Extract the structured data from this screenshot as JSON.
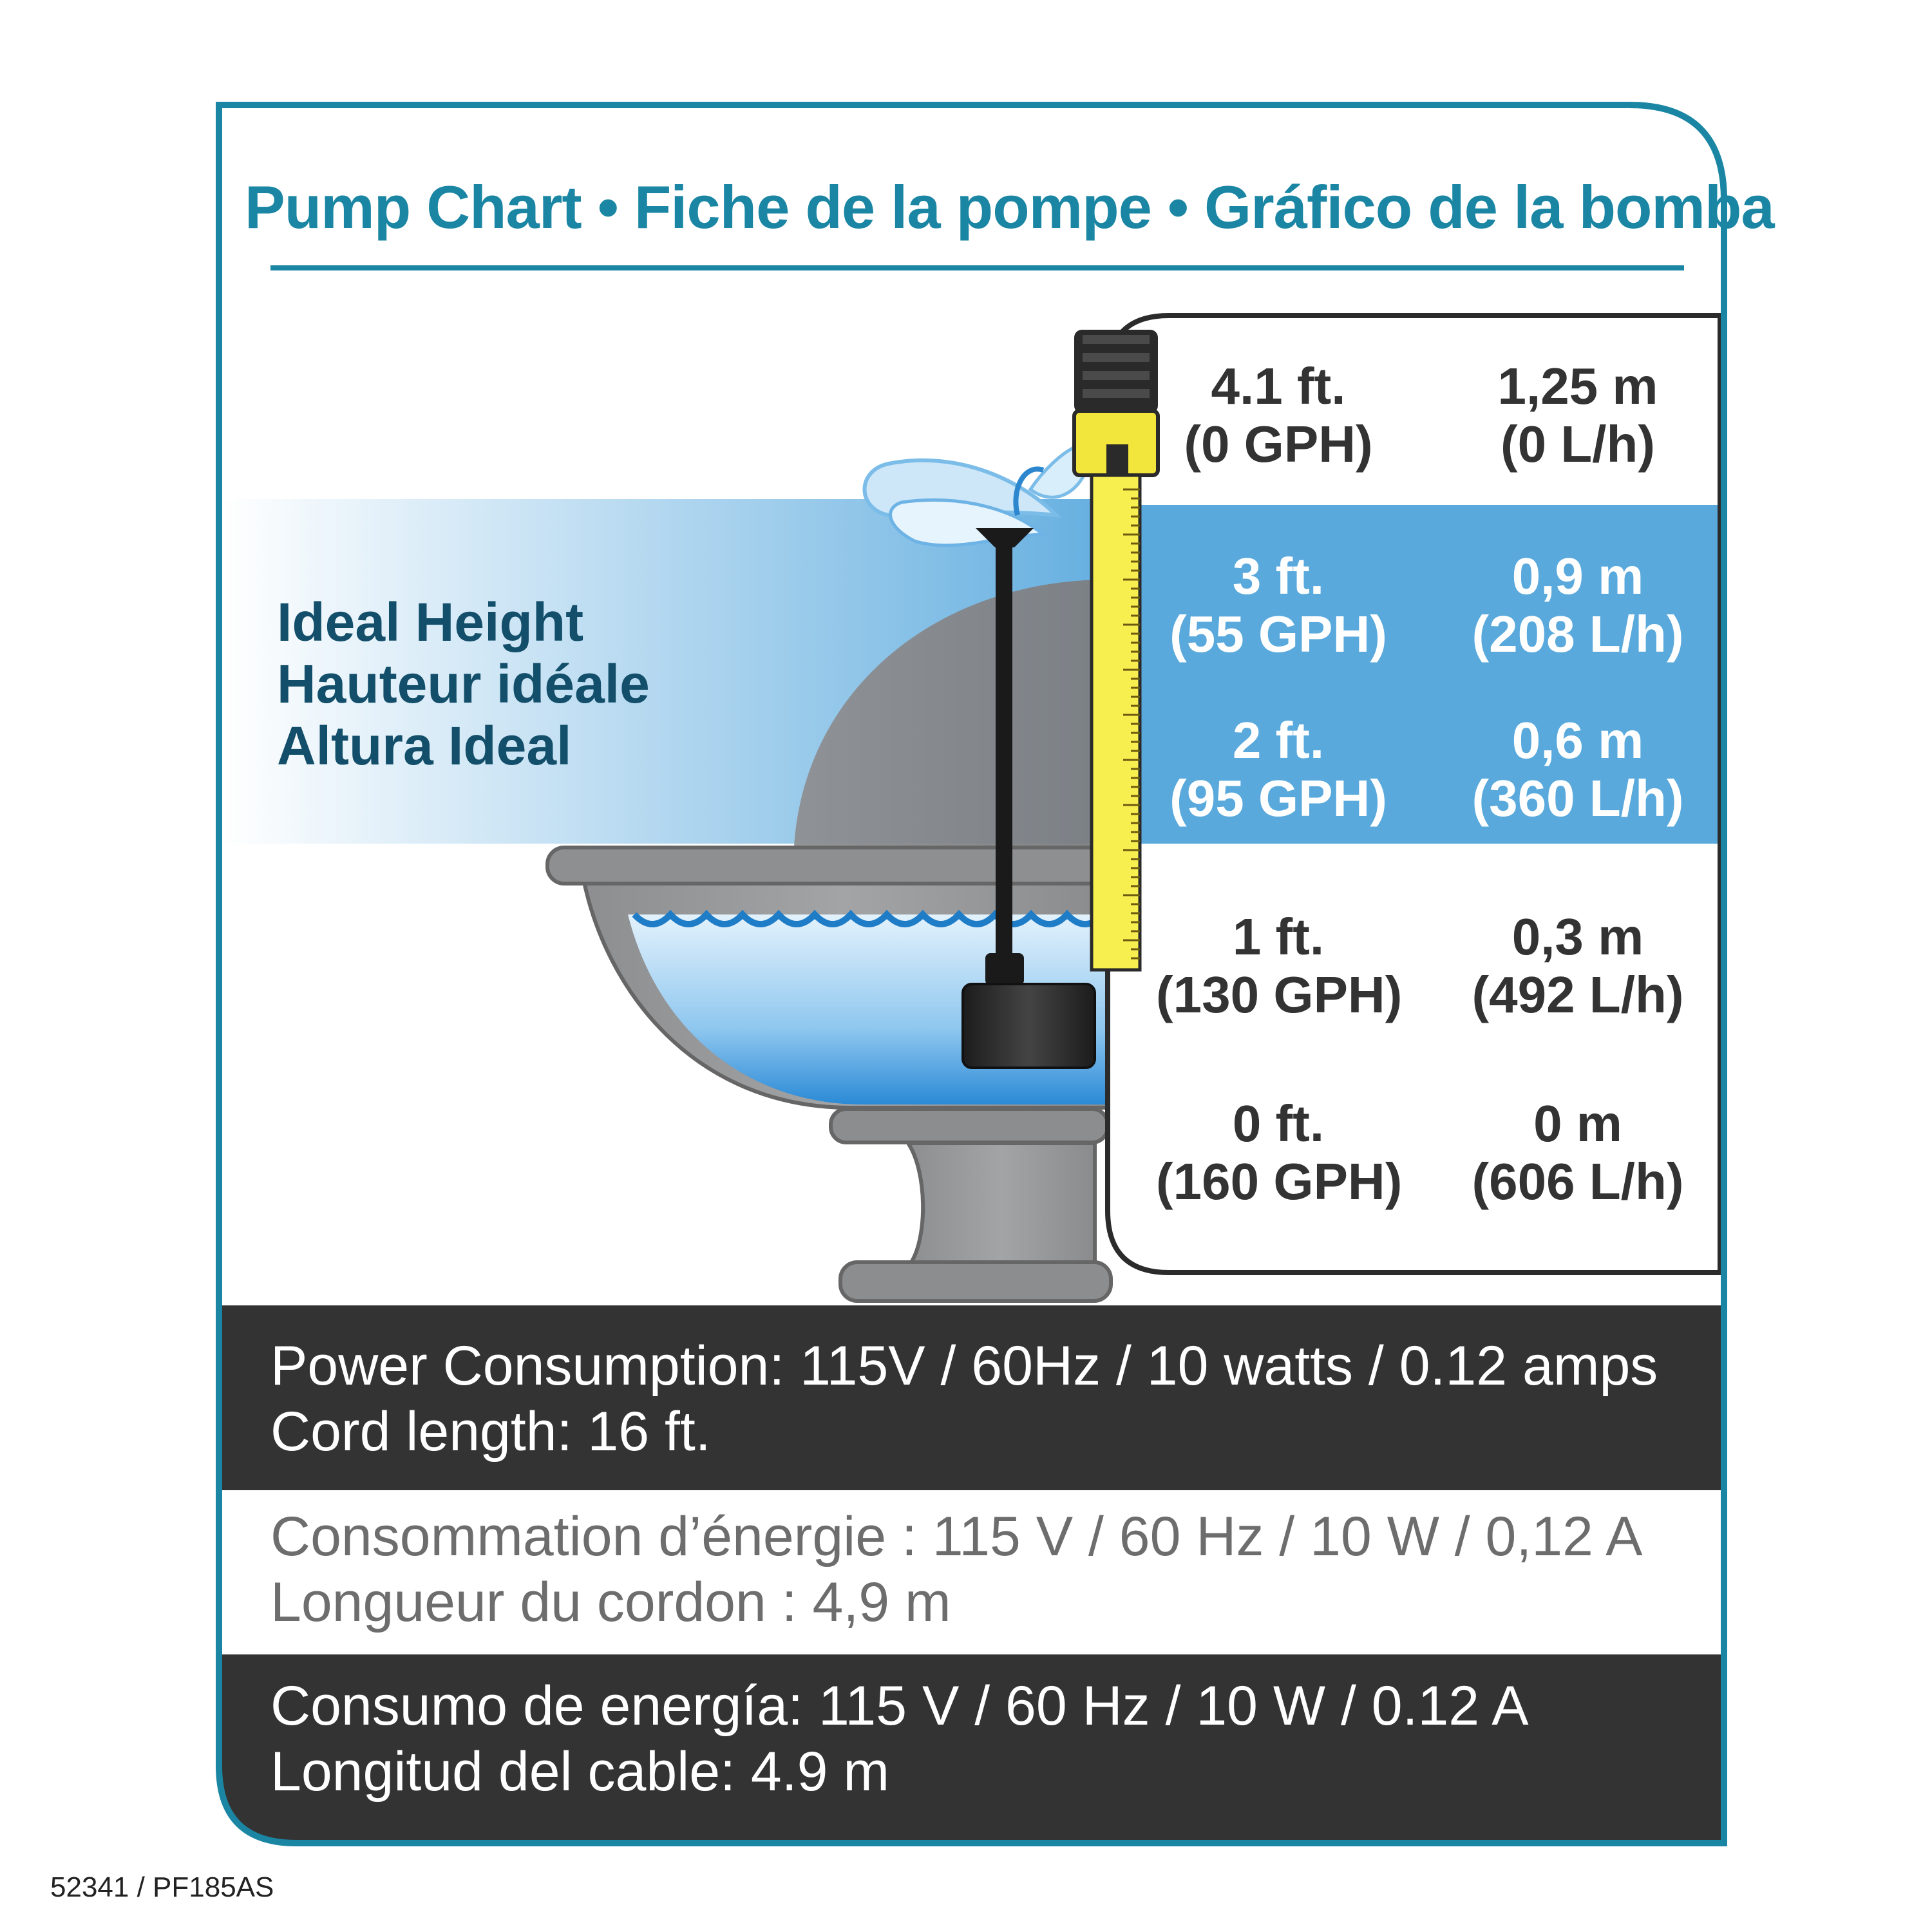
{
  "title": "Pump Chart • Fiche de la pompe • Gráfico de la bomba",
  "ideal_height": {
    "en": "Ideal Height",
    "fr": "Hauteur idéale",
    "es": "Altura Ideal"
  },
  "pump_table": {
    "rows": [
      {
        "ft": "4.1 ft.",
        "gph": "(0 GPH)",
        "m": "1,25 m",
        "lh": "(0 L/h)",
        "highlighted": false
      },
      {
        "ft": "3 ft.",
        "gph": "(55 GPH)",
        "m": "0,9 m",
        "lh": "(208 L/h)",
        "highlighted": true
      },
      {
        "ft": "2 ft.",
        "gph": "(95 GPH)",
        "m": "0,6 m",
        "lh": "(360 L/h)",
        "highlighted": true
      },
      {
        "ft": "1 ft.",
        "gph": "(130 GPH)",
        "m": "0,3 m",
        "lh": "(492 L/h)",
        "highlighted": false
      },
      {
        "ft": "0 ft.",
        "gph": "(160 GPH)",
        "m": "0 m",
        "lh": "(606 L/h)",
        "highlighted": false
      }
    ]
  },
  "specs": {
    "en": {
      "power": "Power Consumption: 115V / 60Hz / 10 watts / 0.12 amps",
      "cord": "Cord length: 16 ft."
    },
    "fr": {
      "power": "Consommation d’énergie : 115 V / 60 Hz / 10 W / 0,12 A",
      "cord": "Longueur du cordon : 4,9 m"
    },
    "es": {
      "power": "Consumo de energía: 115 V / 60 Hz / 10 W / 0.12 A",
      "cord": "Longitud del cable: 4.9 m"
    }
  },
  "model": "52341 / PF185AS",
  "colors": {
    "frame": "#1a86a3",
    "title": "#1a86a3",
    "ideal_text": "#134f6a",
    "band": "#59a9dc",
    "dark_bar": "#333333",
    "stone": "#8d8e90",
    "water": "#2f8fd8",
    "ruler": "#f7ee4f"
  },
  "icons": [
    "fountain-bowl",
    "pump-icon",
    "measuring-ruler-icon",
    "water-splash-icon"
  ]
}
